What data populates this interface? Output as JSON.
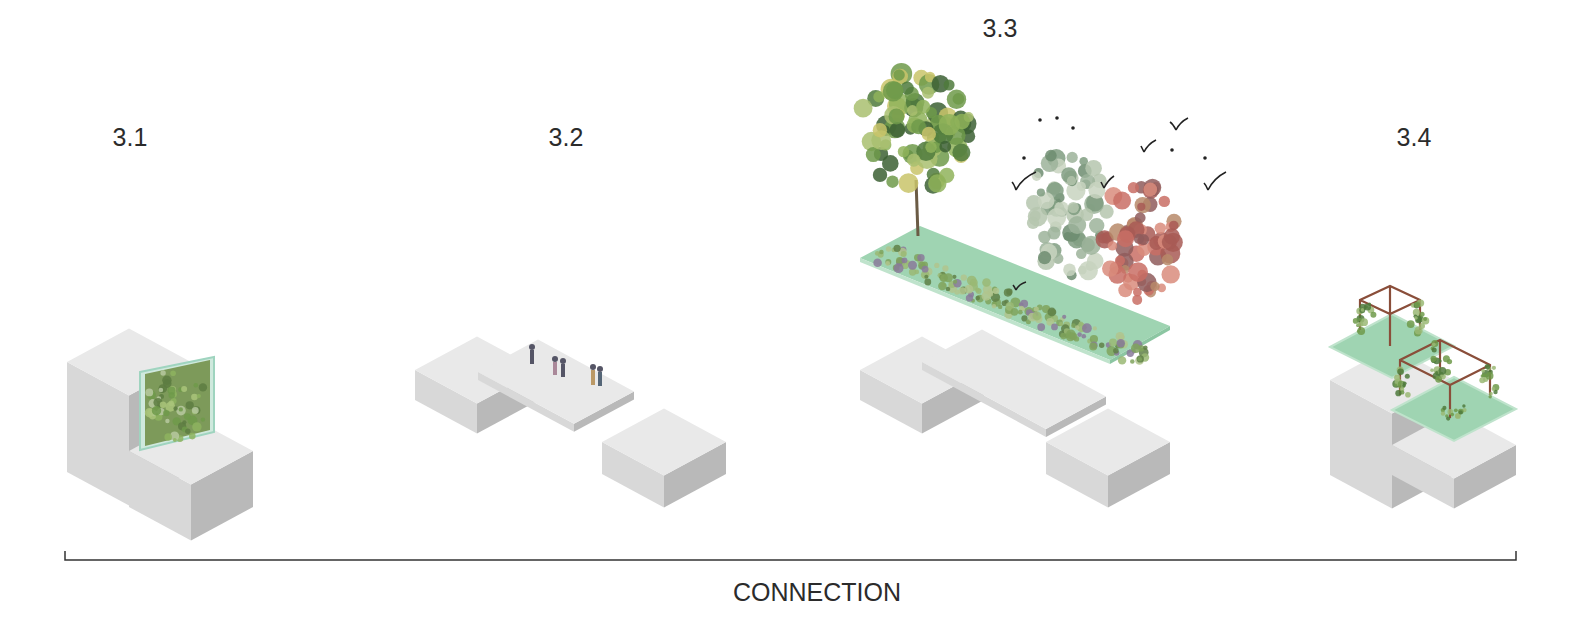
{
  "diagram": {
    "labels": [
      "3.1",
      "3.2",
      "3.3",
      "3.4",
      "CONNECTION"
    ]
  }
}
